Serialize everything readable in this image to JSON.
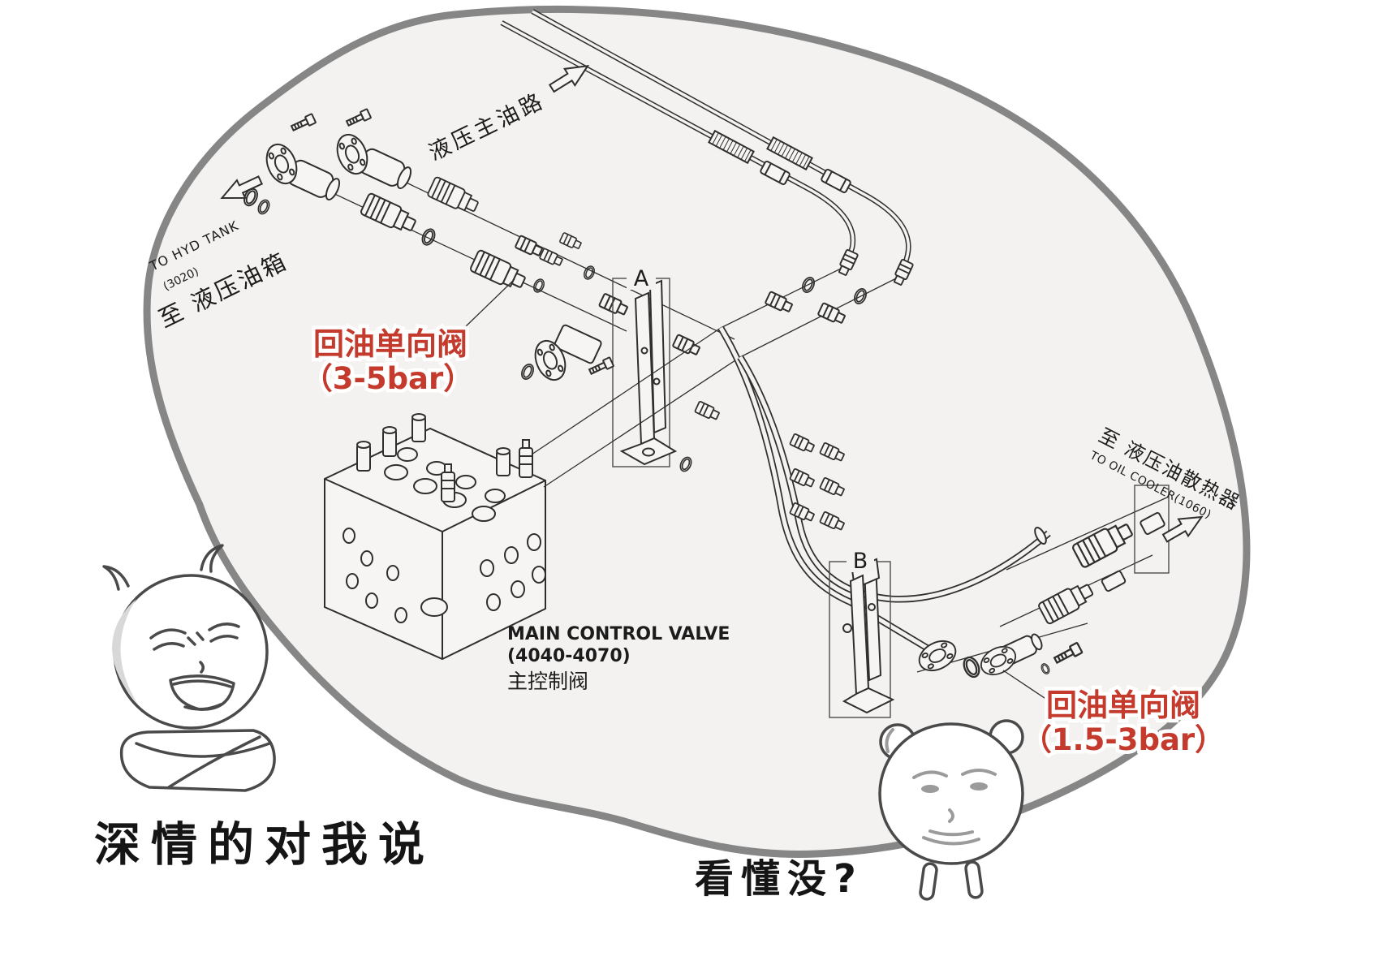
{
  "colors": {
    "page_background": "#ffffff",
    "bubble_fill": "#f3f2f0",
    "bubble_border": "#868686",
    "line_art": "#2f2f2f",
    "highlight_red": "#c43a2c",
    "caption_black": "#151515"
  },
  "diagram_labels": {
    "to_hyd_tank": {
      "en": "TO HYD TANK",
      "part_code": "(3020)",
      "cn": "至 液压油箱"
    },
    "main_oil_line_cn": "液压主油路",
    "bracket_a": "A",
    "bracket_b": "B",
    "main_control_valve": {
      "en": "MAIN CONTROL VALVE",
      "part_code": "(4040-4070)",
      "cn": "主控制阀"
    },
    "to_oil_cooler": {
      "cn": "至 液压油散热器",
      "en": "TO OIL COOLER(1060)"
    },
    "return_check_valve_upper": {
      "name": "回油单向阀",
      "pressure": "（3-5bar）"
    },
    "return_check_valve_lower": {
      "name": "回油单向阀",
      "pressure": "（1.5-3bar）"
    }
  },
  "meme": {
    "caption_left": "深情的对我说",
    "caption_right": "看懂没?"
  }
}
